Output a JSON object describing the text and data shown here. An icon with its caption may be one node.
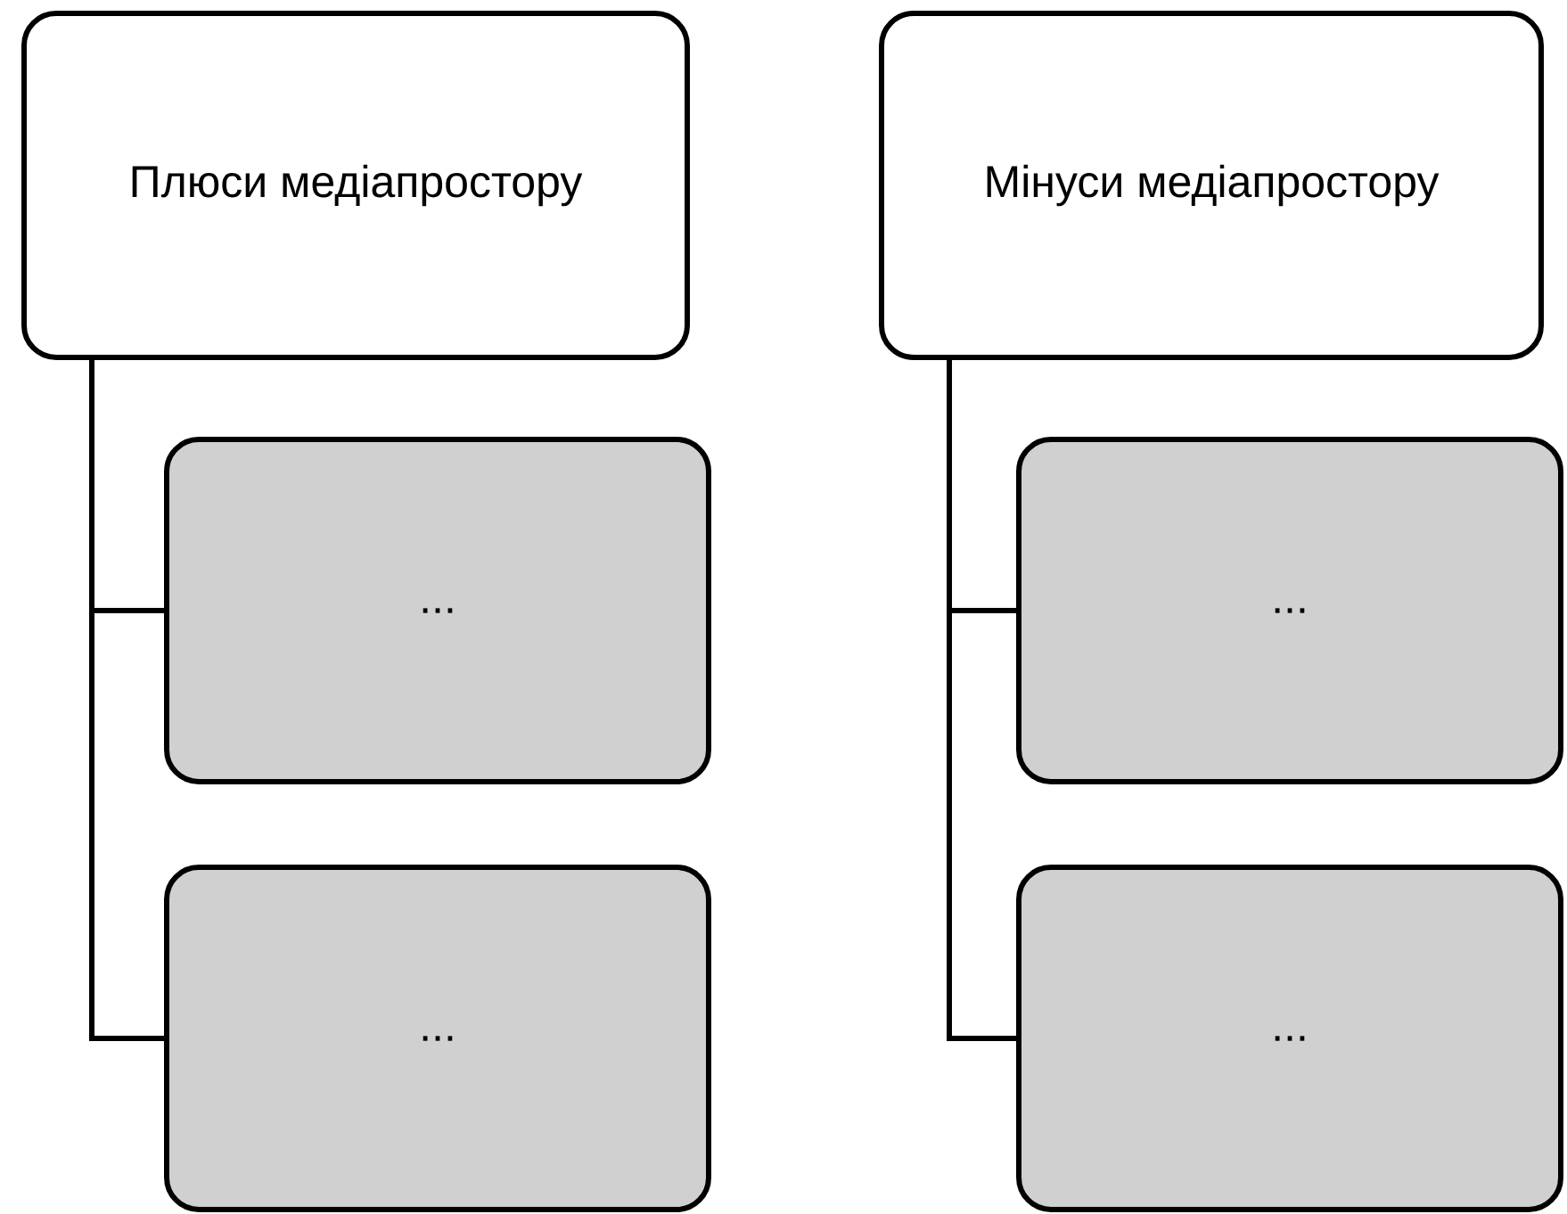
{
  "diagram": {
    "nodes": [
      {
        "text": [
          "Плюси медіапростору"
        ]
      },
      {
        "text": [
          "..."
        ]
      },
      {
        "text": [
          "..."
        ]
      },
      {
        "text": [
          "Мінуси медіапростору"
        ]
      },
      {
        "text": [
          "..."
        ]
      },
      {
        "text": [
          "..."
        ]
      }
    ],
    "edges": [
      {
        "from": 0,
        "to": 1,
        "arrow": "none"
      },
      {
        "from": 0,
        "to": 2,
        "arrow": "none"
      },
      {
        "from": 3,
        "to": 4,
        "arrow": "none"
      },
      {
        "from": 3,
        "to": 5,
        "arrow": "none"
      }
    ]
  }
}
